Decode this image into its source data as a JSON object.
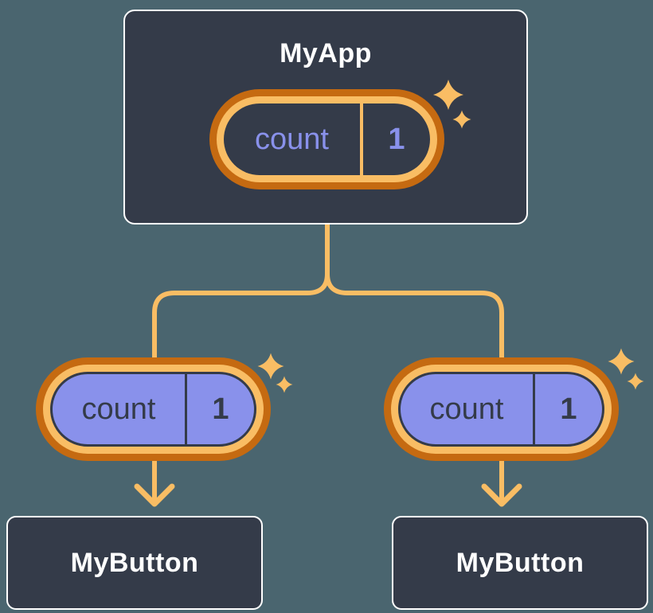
{
  "diagram": {
    "description": "Component tree: parent state passed down as props to two children",
    "root": {
      "title": "MyApp",
      "state_pill": {
        "label": "count",
        "value": "1"
      }
    },
    "children": [
      {
        "title": "MyButton",
        "prop_pill": {
          "label": "count",
          "value": "1"
        }
      },
      {
        "title": "MyButton",
        "prop_pill": {
          "label": "count",
          "value": "1"
        }
      }
    ]
  },
  "icons": {
    "sparkle": "four-point twinkle star"
  },
  "colors": {
    "background": "#4a656f",
    "node_fill": "#343b49",
    "node_border": "#ffffff",
    "node_text": "#ffffff",
    "ring_orange_dark": "#c56a11",
    "ring_orange_light": "#f9bd64",
    "wire_orange": "#f9bd64",
    "sparkle_orange": "#f9bd64",
    "periwinkle": "#8991eb",
    "dark_text": "#343b49"
  }
}
